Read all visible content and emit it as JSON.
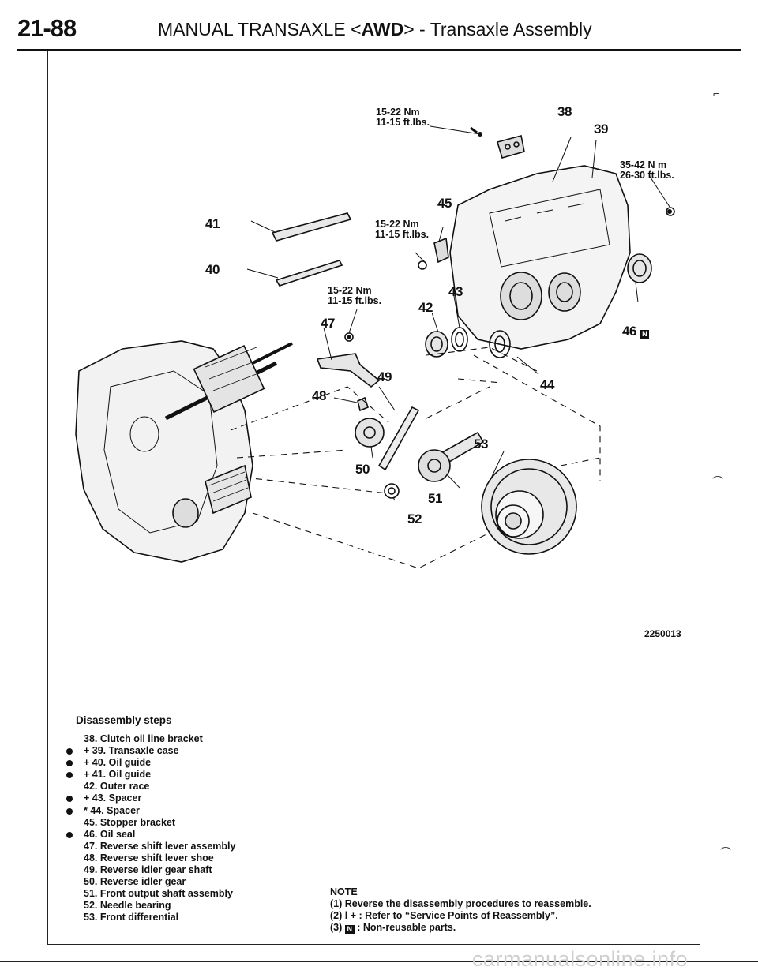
{
  "header": {
    "page_number": "21-88",
    "title_prefix": "MANUAL TRANSAXLE <",
    "title_bold": "AWD",
    "title_suffix": "> - Transaxle Assembly"
  },
  "figure": {
    "code": "2250013",
    "torque_specs": [
      {
        "line1": "15-22 Nm",
        "line2": "11-15 ft.lbs."
      },
      {
        "line1": "35-42 N m",
        "line2": "26-30 ft.lbs."
      },
      {
        "line1": "15-22 Nm",
        "line2": "11-15 ft.lbs."
      },
      {
        "line1": "15-22 Nm",
        "line2": "11-15 ft.lbs."
      }
    ],
    "callouts": [
      "38",
      "39",
      "40",
      "41",
      "42",
      "43",
      "44",
      "45",
      "46",
      "47",
      "48",
      "49",
      "50",
      "51",
      "52",
      "53"
    ],
    "non_reusable_mark": "N"
  },
  "disassembly": {
    "title": "Disassembly steps",
    "steps": [
      {
        "bullet": false,
        "text": "38. Clutch oil line bracket"
      },
      {
        "bullet": true,
        "text": "+ 39. Transaxle case"
      },
      {
        "bullet": true,
        "text": "+ 40. Oil guide"
      },
      {
        "bullet": true,
        "text": "+ 41. Oil guide"
      },
      {
        "bullet": false,
        "text": "42. Outer race"
      },
      {
        "bullet": true,
        "text": "+ 43. Spacer"
      },
      {
        "bullet": true,
        "text": "* 44. Spacer"
      },
      {
        "bullet": false,
        "text": "45. Stopper bracket"
      },
      {
        "bullet": true,
        "text": "46. Oil seal"
      },
      {
        "bullet": false,
        "text": "47. Reverse shift lever assembly"
      },
      {
        "bullet": false,
        "text": "48. Reverse shift lever shoe"
      },
      {
        "bullet": false,
        "text": "49. Reverse idler gear shaft"
      },
      {
        "bullet": false,
        "text": "50. Reverse idler gear"
      },
      {
        "bullet": false,
        "text": "51. Front output shaft assembly"
      },
      {
        "bullet": false,
        "text": "52. Needle bearing"
      },
      {
        "bullet": false,
        "text": "53. Front differential"
      }
    ]
  },
  "note": {
    "title": "NOTE",
    "line1_num": "(1)",
    "line1": "Reverse the disassembly procedures to reassemble.",
    "line2_num": "(2)",
    "line2_bullet": "l",
    "line2": "+ : Refer to “Service Points of Reassembly”.",
    "line3_num": "(3)",
    "line3_mark": "N",
    "line3": ": Non-reusable parts."
  },
  "watermark": "carmanualsonline.info",
  "colors": {
    "ink": "#111111",
    "paper": "#ffffff",
    "watermark": "#cfcfcf"
  }
}
